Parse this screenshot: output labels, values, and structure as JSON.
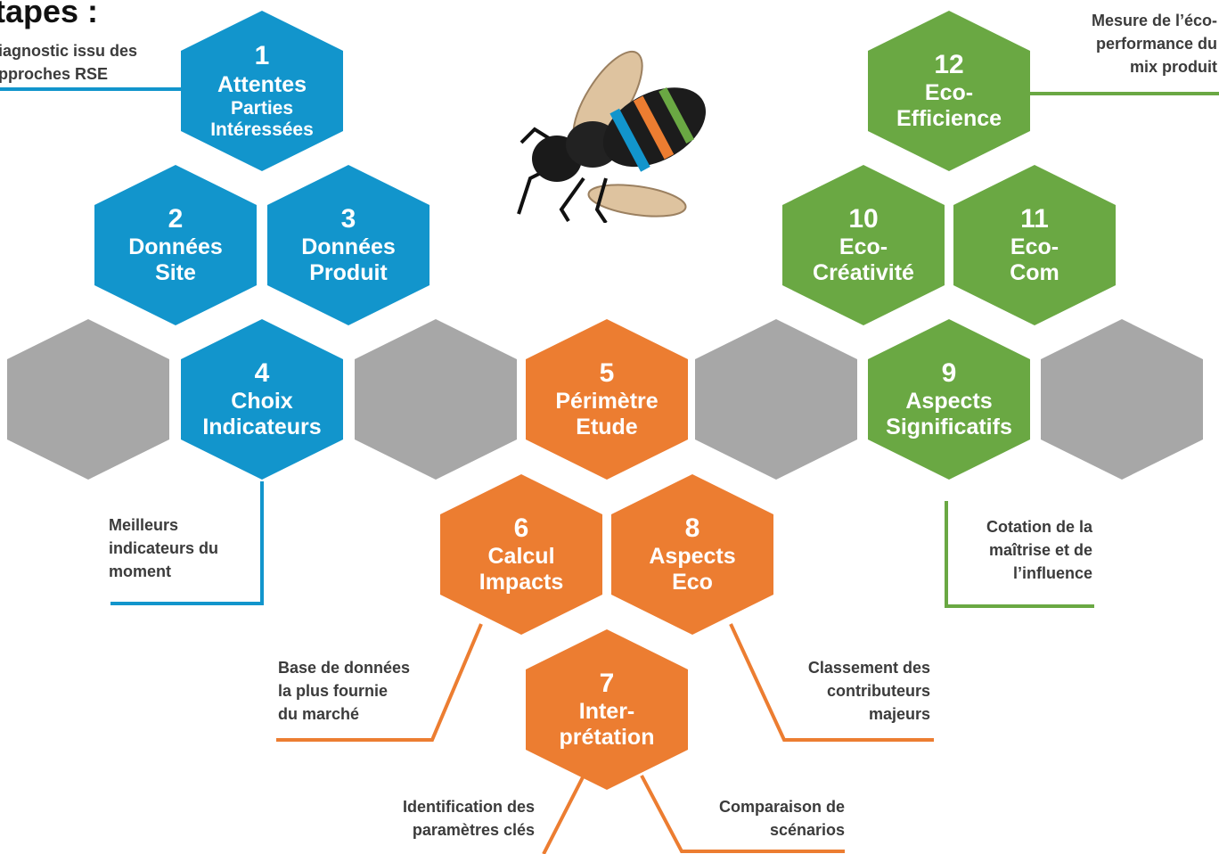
{
  "title": "tapes :",
  "colors": {
    "blue": "#1295cc",
    "orange": "#ec7d31",
    "green": "#6aa843",
    "gray": "#a7a7a7"
  },
  "steps": [
    {
      "num": "1",
      "lines": [
        "Attentes"
      ],
      "sub": [
        "Parties",
        "Intéressées"
      ]
    },
    {
      "num": "2",
      "lines": [
        "Données",
        "Site"
      ]
    },
    {
      "num": "3",
      "lines": [
        "Données",
        "Produit"
      ]
    },
    {
      "num": "4",
      "lines": [
        "Choix",
        "Indicateurs"
      ]
    },
    {
      "num": "5",
      "lines": [
        "Périmètre",
        "Etude"
      ]
    },
    {
      "num": "6",
      "lines": [
        "Calcul",
        "Impacts"
      ]
    },
    {
      "num": "7",
      "lines": [
        "Inter-",
        "prétation"
      ]
    },
    {
      "num": "8",
      "lines": [
        "Aspects",
        "Eco"
      ]
    },
    {
      "num": "9",
      "lines": [
        "Aspects",
        "Significatifs"
      ]
    },
    {
      "num": "10",
      "lines": [
        "Eco-",
        "Créativité"
      ]
    },
    {
      "num": "11",
      "lines": [
        "Eco-",
        "Com"
      ]
    },
    {
      "num": "12",
      "lines": [
        "Eco-",
        "Efficience"
      ]
    }
  ],
  "annotations": {
    "diagnostic": [
      "iagnostic issu des",
      "pproches RSE"
    ],
    "indicateurs": [
      "Meilleurs",
      "indicateurs du",
      "moment"
    ],
    "base": [
      "Base de données",
      "la plus fournie",
      "du marché"
    ],
    "identification": [
      "Identification des",
      "paramètres clés"
    ],
    "comparaison": [
      "Comparaison de",
      "scénarios"
    ],
    "classement": [
      "Classement des",
      "contributeurs",
      "majeurs"
    ],
    "cotation": [
      "Cotation de la",
      "maîtrise et de",
      "l’influence"
    ],
    "mesure": [
      "Mesure de l’éco-",
      "performance du",
      "mix produit"
    ]
  }
}
